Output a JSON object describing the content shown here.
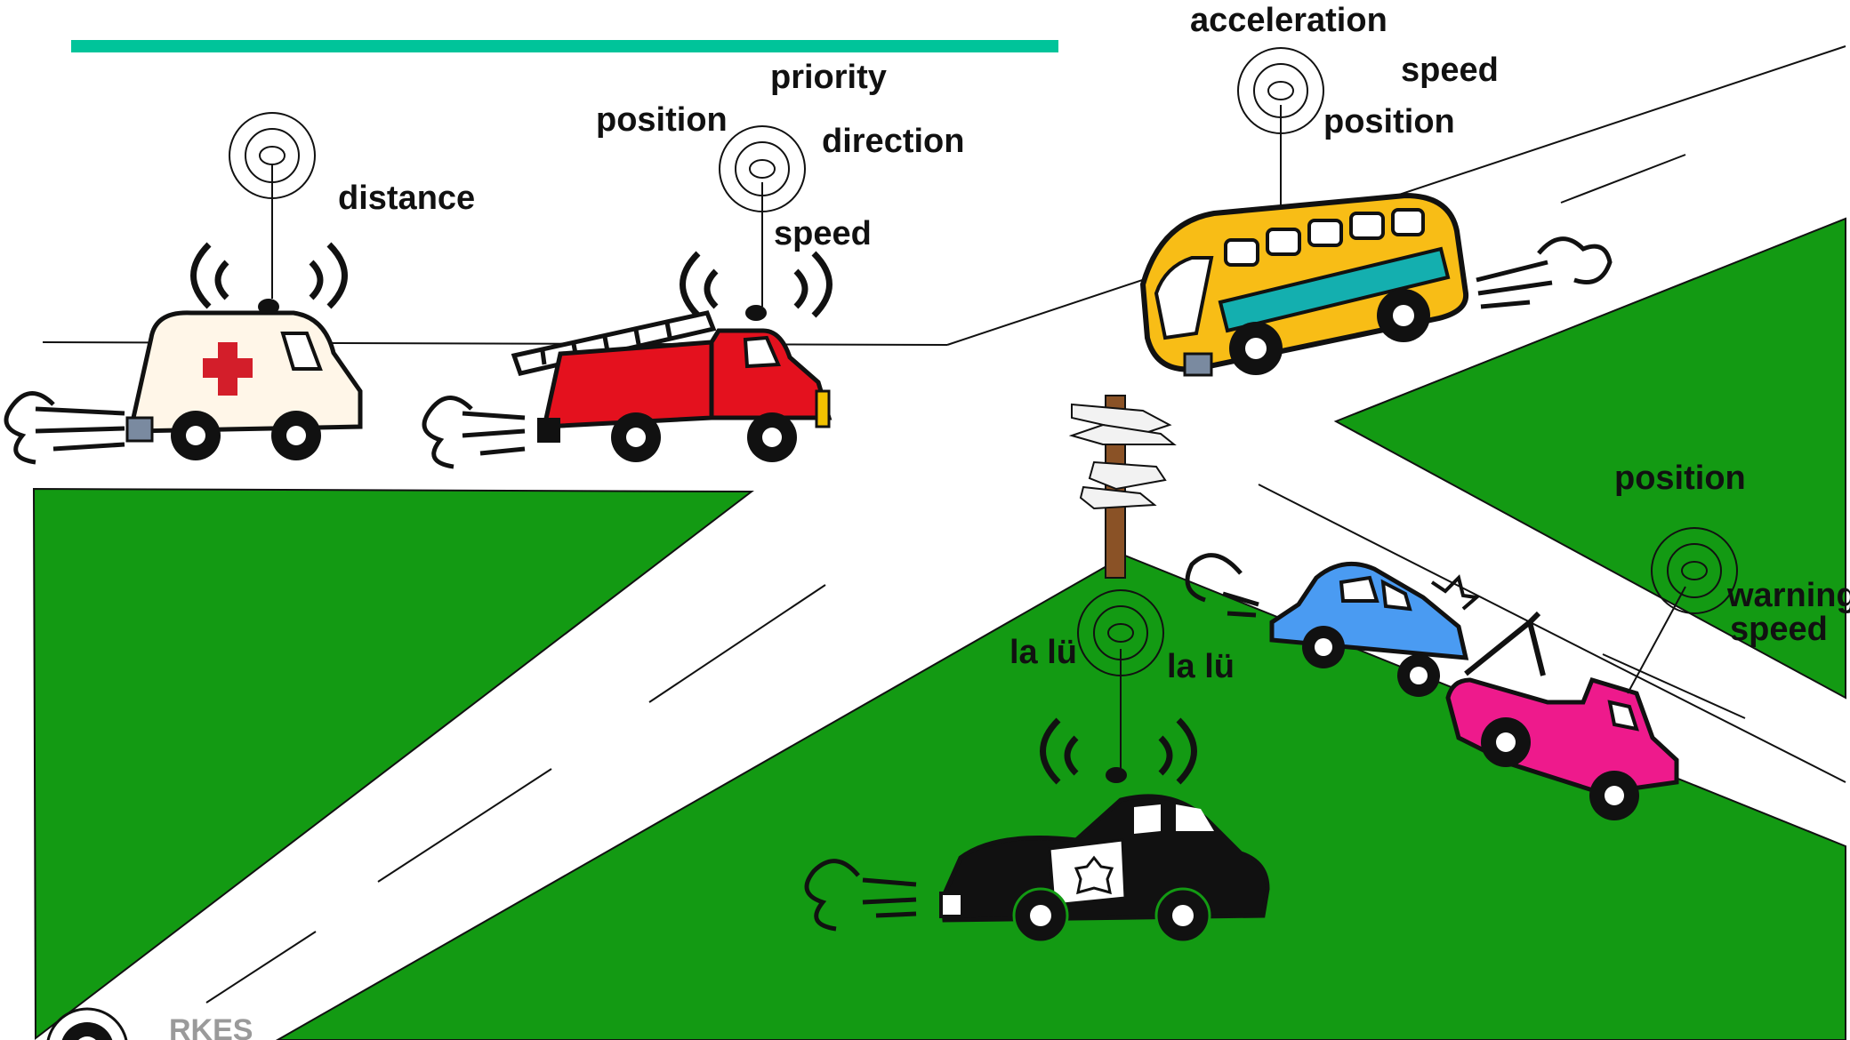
{
  "colors": {
    "accent_bar": "#00C49A",
    "grass": "#139A13",
    "road": "#FFFFFF",
    "ambulance_body": "#FFF6E8",
    "ambulance_cross": "#D31E2A",
    "firetruck_body": "#E4111E",
    "bus_body": "#F8BD16",
    "bus_window": "#14AFAF",
    "police_body": "#111111",
    "crashed_car_body": "#4A9BF2",
    "tow_truck_body": "#EE1A8C",
    "signpost_wood": "#8A5226"
  },
  "vehicles": [
    {
      "name": "ambulance",
      "labels": [
        "distance"
      ]
    },
    {
      "name": "fire-truck",
      "labels": [
        "position",
        "priority",
        "direction",
        "speed"
      ]
    },
    {
      "name": "school-bus",
      "labels": [
        "acceleration",
        "speed",
        "position"
      ]
    },
    {
      "name": "police-car",
      "labels": [
        "la lü",
        "la lü"
      ]
    },
    {
      "name": "tow-truck",
      "labels": [
        "position",
        "warning",
        "speed"
      ]
    },
    {
      "name": "crashed-car",
      "labels": []
    }
  ],
  "footer": {
    "brand_text": "RKES"
  }
}
